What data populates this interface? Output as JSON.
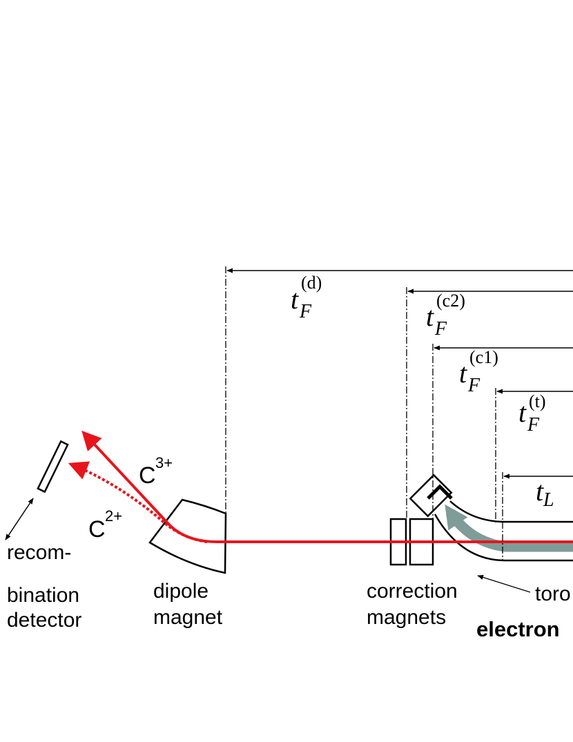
{
  "labels": {
    "detector": [
      "recom-",
      "bination",
      "detector"
    ],
    "dipole": [
      "dipole",
      "magnet"
    ],
    "correction": [
      "correction",
      "magnets"
    ],
    "toroid": "toro",
    "cooler": "electron"
  },
  "ions": {
    "c3": {
      "base": "C",
      "charge": "3+"
    },
    "c2": {
      "base": "C",
      "charge": "2+"
    }
  },
  "times": {
    "d": {
      "var": "t",
      "sub": "F",
      "sup": "(d)"
    },
    "c2": {
      "var": "t",
      "sub": "F",
      "sup": "(c2)"
    },
    "c1": {
      "var": "t",
      "sub": "F",
      "sup": "(c1)"
    },
    "t": {
      "var": "t",
      "sub": "F",
      "sup": "(t)"
    },
    "L": {
      "var": "t",
      "sub": "L"
    }
  },
  "colors": {
    "beam": "#e8141c",
    "electron_beam": "#7f9c98",
    "line": "#000000"
  }
}
